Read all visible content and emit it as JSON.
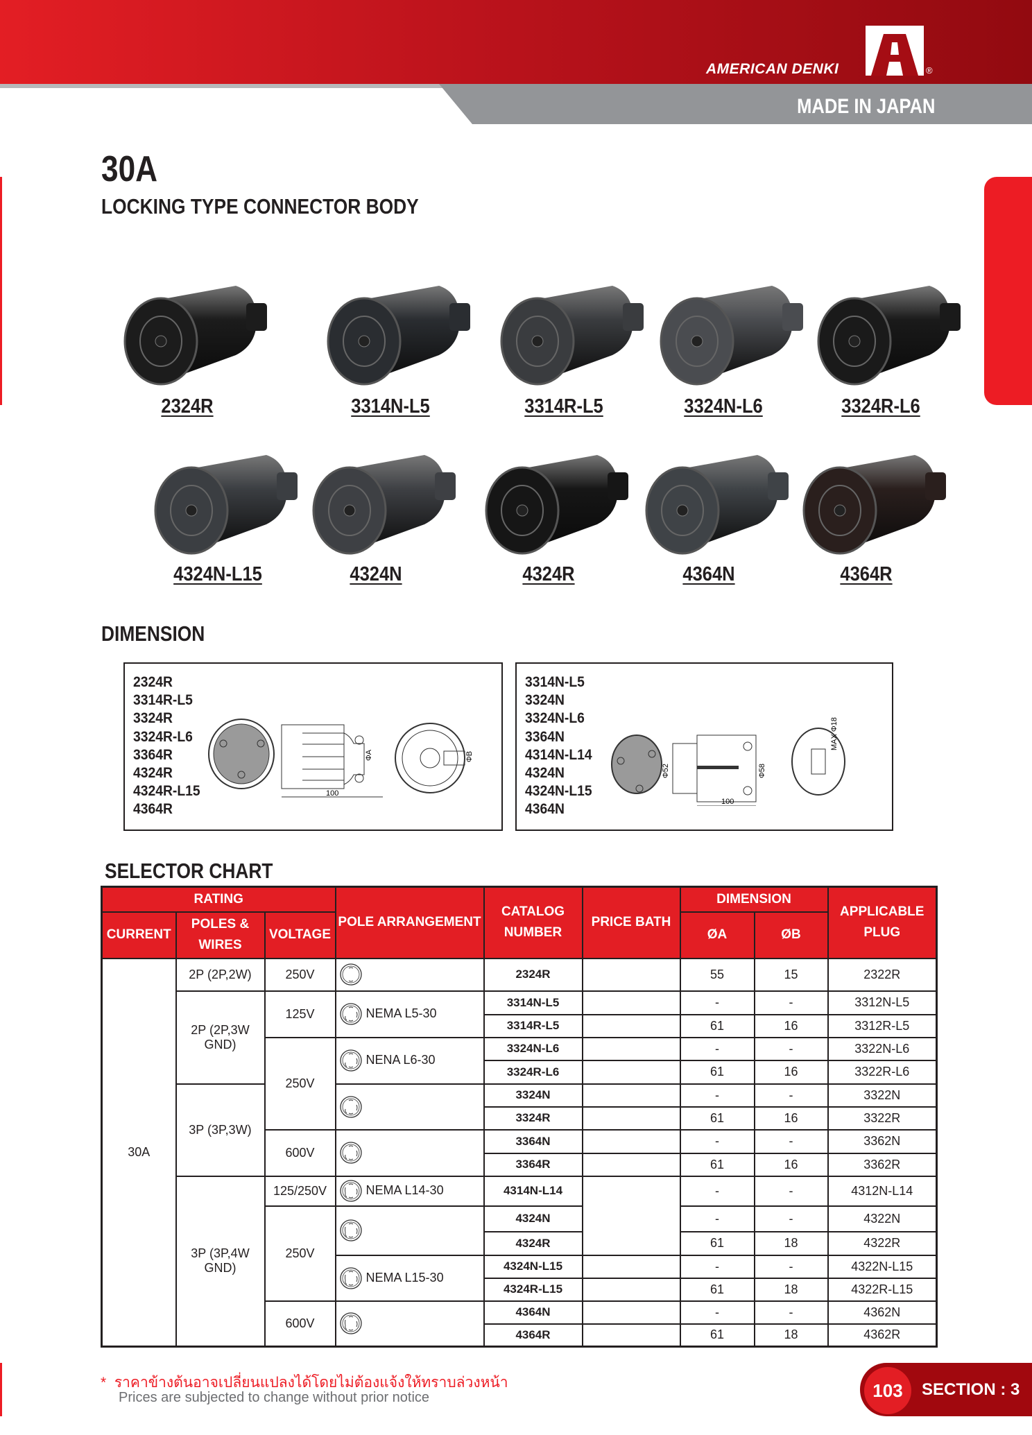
{
  "header": {
    "brand": "AMERICAN DENKI",
    "registered": "®",
    "tagline": "MADE IN JAPAN",
    "brand_color": "#e31e24"
  },
  "page": {
    "title": "30A",
    "subtitle": "LOCKING TYPE CONNECTOR BODY"
  },
  "products": [
    {
      "label": "2324R",
      "tone": "#1c1c1c"
    },
    {
      "label": "3314N-L5",
      "tone": "#2a2d31"
    },
    {
      "label": "3314R-L5",
      "tone": "#3a3c3f"
    },
    {
      "label": "3324N-L6",
      "tone": "#4a4c50"
    },
    {
      "label": "3324R-L6",
      "tone": "#1a1a1a"
    },
    {
      "label": "4324N-L15",
      "tone": "#3b3e42"
    },
    {
      "label": "4324N",
      "tone": "#3e4044"
    },
    {
      "label": "4324R",
      "tone": "#161616"
    },
    {
      "label": "4364N",
      "tone": "#3f4347"
    },
    {
      "label": "4364R",
      "tone": "#2a1f1d"
    }
  ],
  "dimension": {
    "heading": "DIMENSION",
    "box1": {
      "models": [
        "2324R",
        "3314R-L5",
        "3324R",
        "3324R-L6",
        "3364R",
        "4324R",
        "4324R-L15",
        "4364R"
      ],
      "length": "100",
      "dia_a": "ΦA",
      "dia_b": "ΦB"
    },
    "box2": {
      "models": [
        "3314N-L5",
        "3324N",
        "3324N-L6",
        "3364N",
        "4314N-L14",
        "4324N",
        "4324N-L15",
        "4364N"
      ],
      "length": "100",
      "dia_1": "Φ52",
      "dia_2": "Φ58",
      "max": "MAX Φ18"
    }
  },
  "selector": {
    "heading": "SELECTOR CHART",
    "headers": {
      "rating": "RATING",
      "current": "CURRENT",
      "poles": "POLES & WIRES",
      "voltage": "VOLTAGE",
      "arrangement": "POLE ARRANGEMENT",
      "catalog": "CATALOG NUMBER",
      "price": "PRICE BATH",
      "dimension": "DIMENSION",
      "dim_a": "ØA",
      "dim_b": "ØB",
      "plug": "APPLICABLE PLUG"
    },
    "current": [
      {
        "text": "30A",
        "span": 16
      }
    ],
    "poles": [
      {
        "text": "2P (2P,2W)",
        "span": 1
      },
      {
        "text": "2P (2P,3W GND)",
        "span": 4
      },
      {
        "text": "3P (3P,3W)",
        "span": 4
      },
      {
        "text": "3P (3P,4W GND)",
        "span": 7
      }
    ],
    "voltage": [
      {
        "text": "250V",
        "span": 1
      },
      {
        "text": "125V",
        "span": 2
      },
      {
        "text": "250V",
        "span": 4
      },
      {
        "text": "600V",
        "span": 2
      },
      {
        "text": "125/250V",
        "span": 1
      },
      {
        "text": "250V",
        "span": 4
      },
      {
        "text": "600V",
        "span": 2
      }
    ],
    "arrangement": [
      {
        "text": "",
        "span": 1
      },
      {
        "text": "NEMA L5-30",
        "span": 2
      },
      {
        "text": "NENA L6-30",
        "span": 2
      },
      {
        "text": "",
        "span": 2
      },
      {
        "text": "",
        "span": 2
      },
      {
        "text": "NEMA L14-30",
        "span": 1
      },
      {
        "text": "",
        "span": 2
      },
      {
        "text": "NEMA L15-30",
        "span": 2
      },
      {
        "text": "",
        "span": 2
      }
    ],
    "price": [
      {
        "text": "",
        "span": 1
      },
      {
        "text": "",
        "span": 1
      },
      {
        "text": "",
        "span": 1
      },
      {
        "text": "",
        "span": 1
      },
      {
        "text": "",
        "span": 1
      },
      {
        "text": "",
        "span": 1
      },
      {
        "text": "",
        "span": 1
      },
      {
        "text": "",
        "span": 1
      },
      {
        "text": "",
        "span": 1
      },
      {
        "text": "",
        "span": 3
      },
      {
        "text": "",
        "span": 1
      },
      {
        "text": "",
        "span": 1
      },
      {
        "text": "",
        "span": 1
      },
      {
        "text": "",
        "span": 1
      }
    ],
    "rows": [
      {
        "catalog": "2324R",
        "a": "55",
        "b": "15",
        "plug": "2322R"
      },
      {
        "catalog": "3314N-L5",
        "a": "-",
        "b": "-",
        "plug": "3312N-L5"
      },
      {
        "catalog": "3314R-L5",
        "a": "61",
        "b": "16",
        "plug": "3312R-L5"
      },
      {
        "catalog": "3324N-L6",
        "a": "-",
        "b": "-",
        "plug": "3322N-L6"
      },
      {
        "catalog": "3324R-L6",
        "a": "61",
        "b": "16",
        "plug": "3322R-L6"
      },
      {
        "catalog": "3324N",
        "a": "-",
        "b": "-",
        "plug": "3322N"
      },
      {
        "catalog": "3324R",
        "a": "61",
        "b": "16",
        "plug": "3322R"
      },
      {
        "catalog": "3364N",
        "a": "-",
        "b": "-",
        "plug": "3362N"
      },
      {
        "catalog": "3364R",
        "a": "61",
        "b": "16",
        "plug": "3362R"
      },
      {
        "catalog": "4314N-L14",
        "a": "-",
        "b": "-",
        "plug": "4312N-L14"
      },
      {
        "catalog": "4324N",
        "a": "-",
        "b": "-",
        "plug": "4322N"
      },
      {
        "catalog": "4324R",
        "a": "61",
        "b": "18",
        "plug": "4322R"
      },
      {
        "catalog": "4324N-L15",
        "a": "-",
        "b": "-",
        "plug": "4322N-L15"
      },
      {
        "catalog": "4324R-L15",
        "a": "61",
        "b": "18",
        "plug": "4322R-L15"
      },
      {
        "catalog": "4364N",
        "a": "-",
        "b": "-",
        "plug": "4362N"
      },
      {
        "catalog": "4364R",
        "a": "61",
        "b": "18",
        "plug": "4362R"
      }
    ]
  },
  "footer": {
    "asterisk": "*",
    "note_th": "ราคาข้างต้นอาจเปลี่ยนแปลงได้โดยไม่ต้องแจ้งให้ทราบล่วงหน้า",
    "note_en": "Prices are subjected to change without prior notice",
    "page_number": "103",
    "section": "SECTION : 3"
  }
}
